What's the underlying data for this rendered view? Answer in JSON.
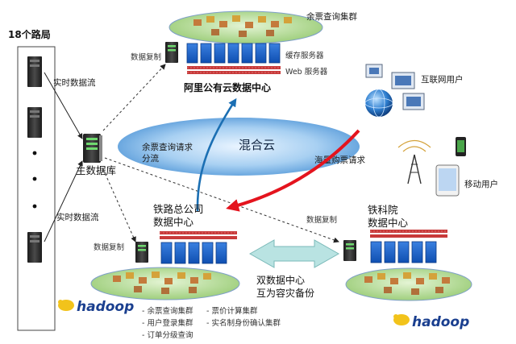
{
  "left_panel": {
    "title": "18个路局"
  },
  "flows": {
    "realtime_top": "实时数据流",
    "realtime_bottom": "实时数据流",
    "replication_top": "数据复制",
    "replication_left": "数据复制",
    "replication_right": "数据复制"
  },
  "main_db": {
    "label": "主数据库"
  },
  "aliyun": {
    "cluster": "余票查询集群",
    "cache": "缓存服务器",
    "web": "Web 服务器",
    "title": "阿里公有云数据中心"
  },
  "cloud": {
    "label": "混合云",
    "query_line1": "余票查询请求",
    "query_line2": "分流",
    "purchase": "海量购票请求"
  },
  "users": {
    "internet": "互联网用户",
    "mobile": "移动用户"
  },
  "railway_hq": {
    "line1": "铁路总公司",
    "line2": "数据中心"
  },
  "academy": {
    "line1": "铁科院",
    "line2": "数据中心"
  },
  "backup": {
    "line1": "双数据中心",
    "line2": "互为容灾备份"
  },
  "hadoop": {
    "left": "hadoop",
    "right": "hadoop"
  },
  "clusters": {
    "col1": [
      "余票查询集群",
      "用户登录集群",
      "订单分级查询"
    ],
    "col2": [
      "票价计算集群",
      "实名制身份确认集群"
    ]
  },
  "colors": {
    "server_blue": "#1a5fc8",
    "arrow_red": "#e4141e",
    "arrow_blue": "#1b6fb3",
    "cloud_blue": "#8fc1ea",
    "backup_arrow": "#b9e3e2"
  }
}
